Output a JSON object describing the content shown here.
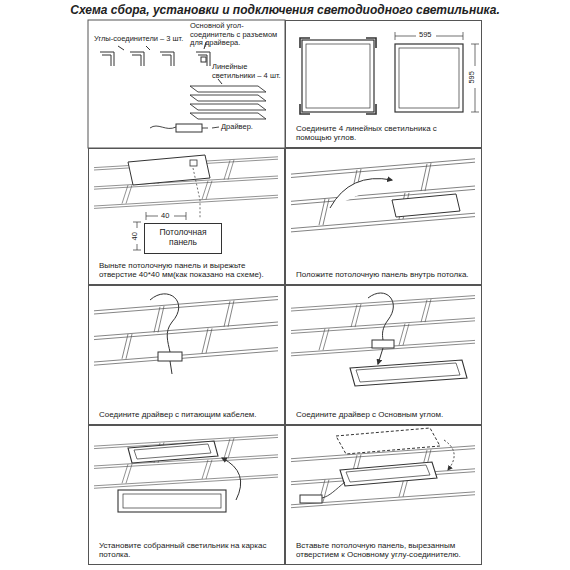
{
  "diagram": {
    "title": "Схема сбора, установки и подключения светодиодного светильника.",
    "nodes": [
      {
        "text": [
          "Соедините 4 линейных светильника с помощью углов."
        ]
      },
      {
        "text": [
          "Выньте потолочную панель и вырежьте отверстие 40*40 мм(как показано на схеме)."
        ]
      },
      {
        "text": [
          "Потолочная панель"
        ],
        "in": 1
      },
      {
        "text": [
          "Положите потолочную панель внутрь потолка."
        ]
      },
      {
        "text": [
          "Соедините драйвер с питающим кабелем."
        ]
      },
      {
        "text": [
          "Соедините драйвер с Основным углом."
        ]
      },
      {
        "text": [
          "Установите собранный светильник на каркас потолка."
        ]
      },
      {
        "text": [
          "Вставьте потолочную панель, вырезанным отверстием к Основному углу-соединителю."
        ]
      }
    ],
    "labels": [
      "Углы-соединители – 3 шт.",
      "Основной угол-соединитель с разъемом для драйвера.",
      "Линейные светильники – 4 шт.",
      "Драйвер.",
      "595",
      "595",
      "40",
      "40"
    ]
  }
}
